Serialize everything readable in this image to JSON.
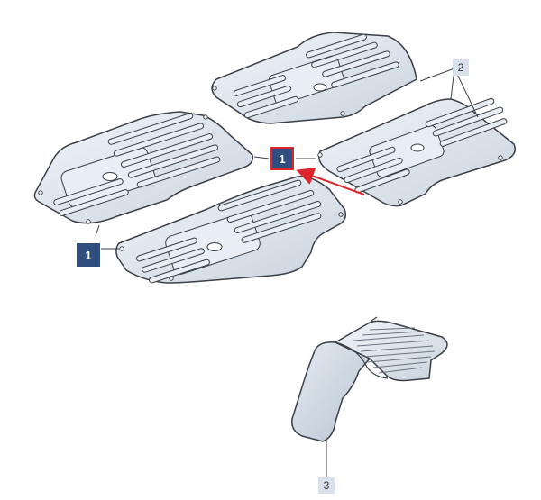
{
  "callouts": {
    "part_1_left": "1",
    "part_1_center": "1",
    "part_2": "2",
    "part_3": "3"
  },
  "colors": {
    "callout_fill": "#2f4f7f",
    "callout_plain_fill": "#d9e1ec",
    "highlight": "#e0262d",
    "mat_fill": "#dfe7ef",
    "mat_stroke": "#3a3f48"
  },
  "icons": {
    "leader_arrow": "red-arrow-icon"
  }
}
